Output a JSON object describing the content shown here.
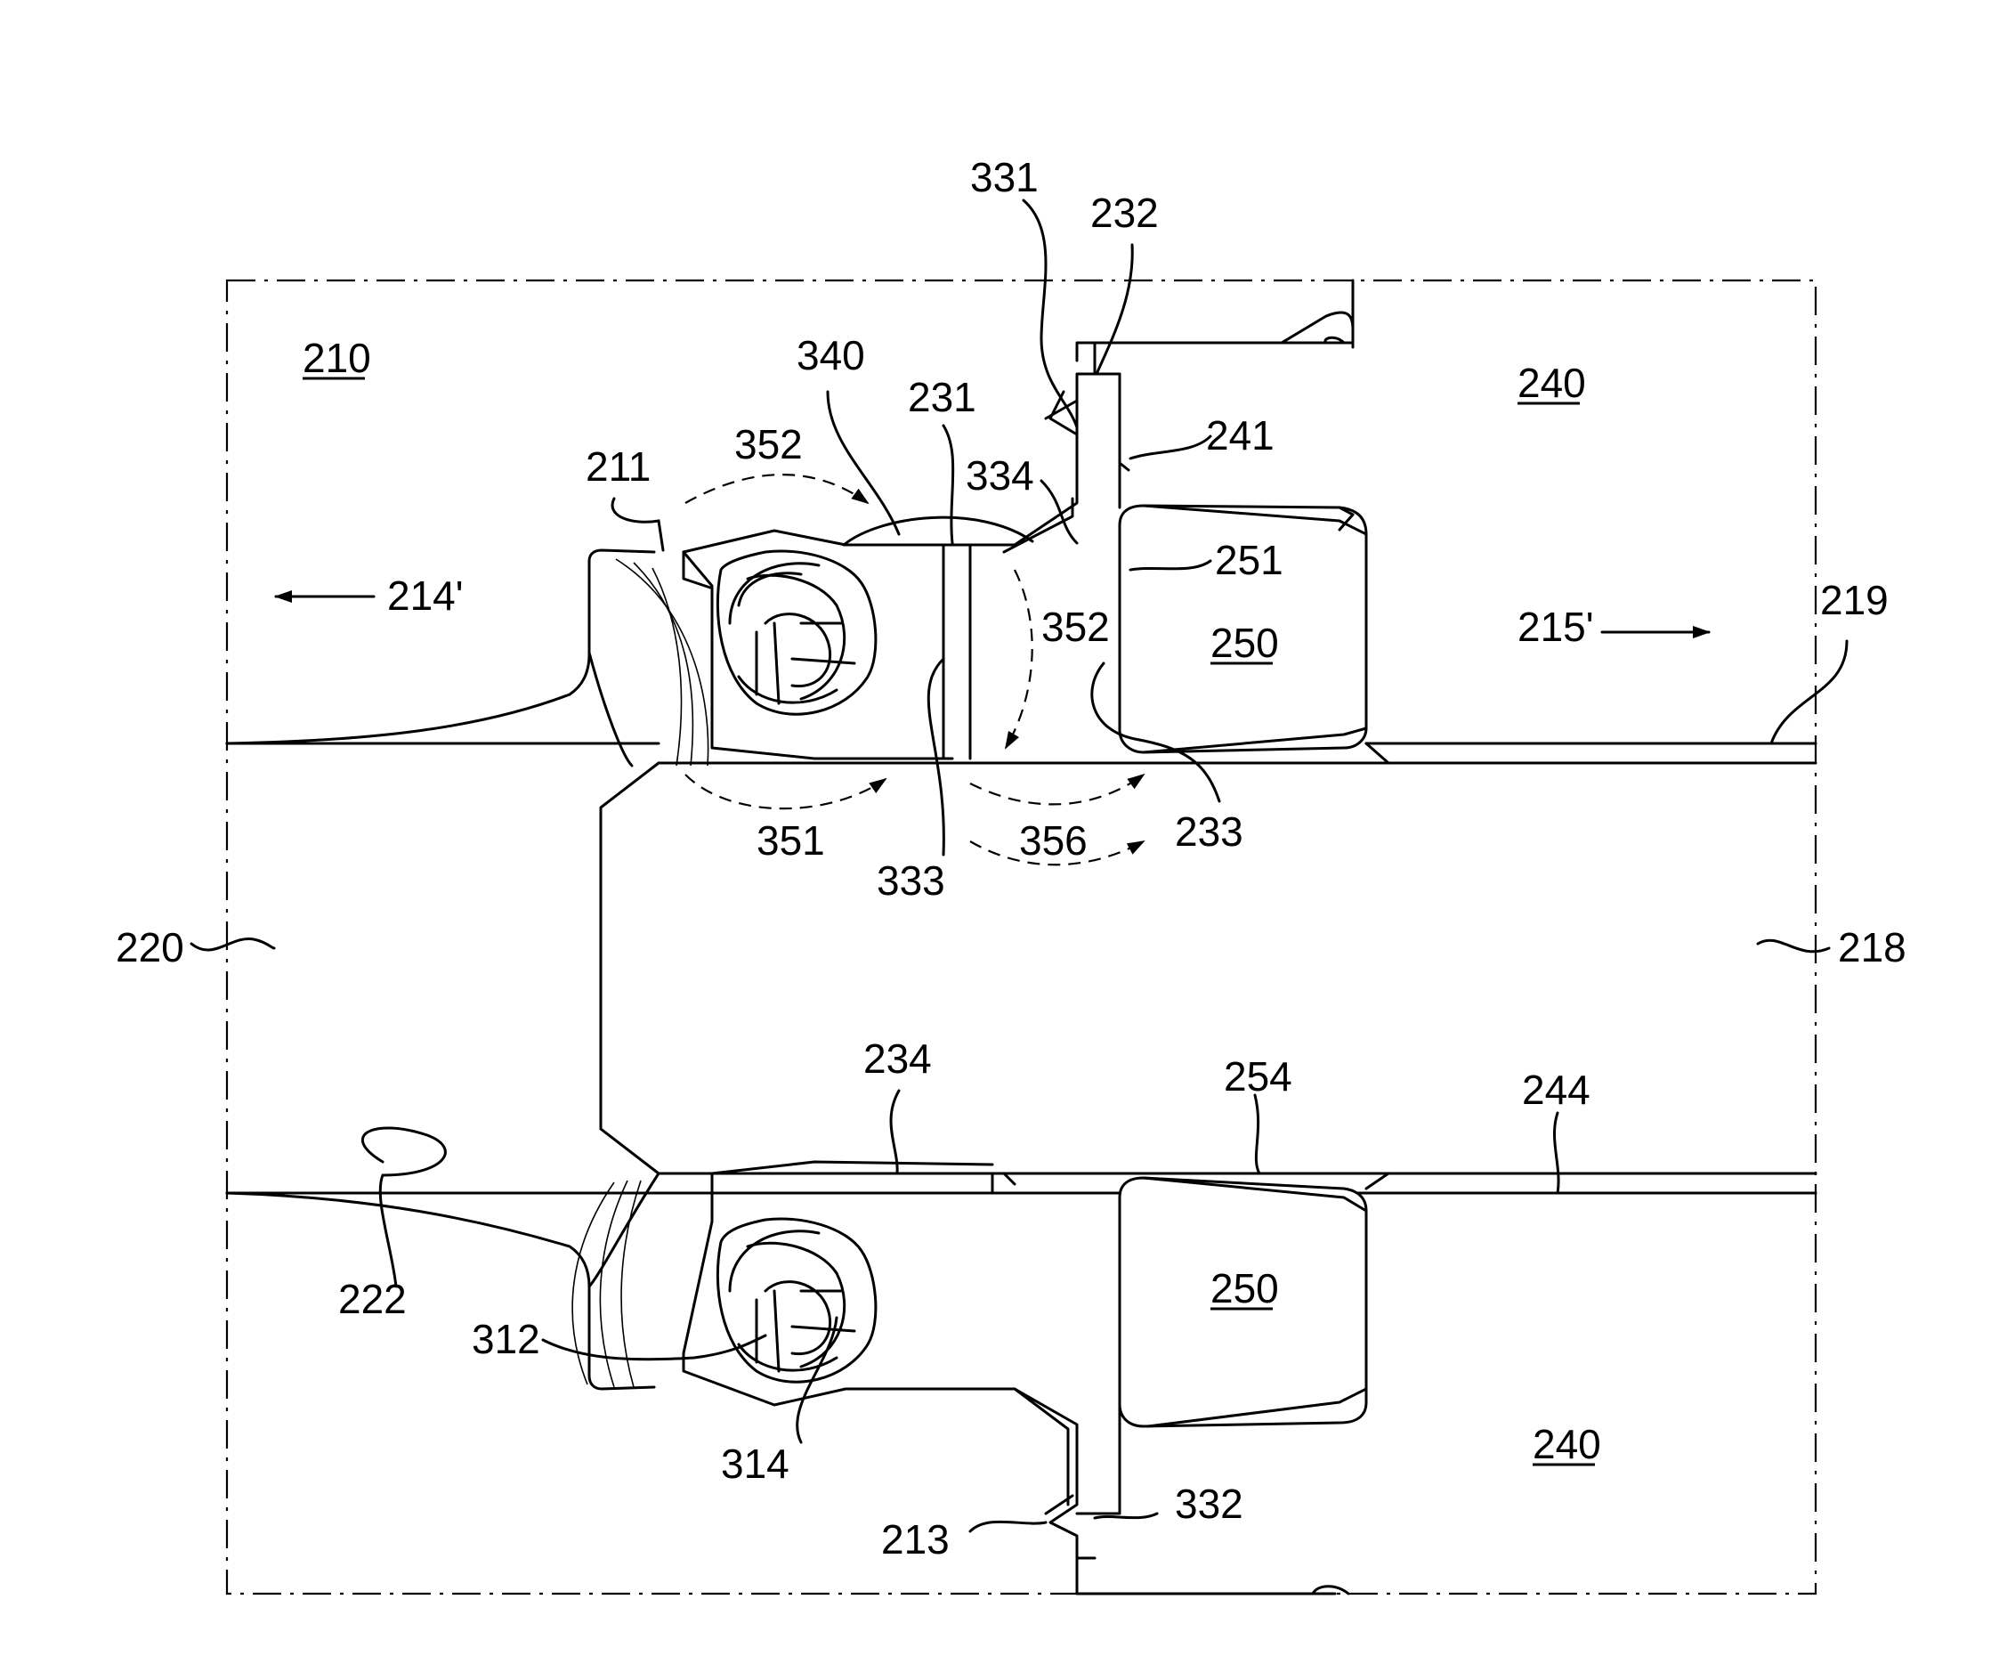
{
  "labels": {
    "l331": "331",
    "l232": "232",
    "l340": "340",
    "l231": "231",
    "l210": "210",
    "l240_top": "240",
    "l352_top": "352",
    "l211": "211",
    "l334": "334",
    "l241": "241",
    "l251": "251",
    "l214p": "214'",
    "l352_mid": "352",
    "l250_top": "250",
    "l215p": "215'",
    "l219": "219",
    "l351": "351",
    "l333": "333",
    "l356": "356",
    "l233": "233",
    "l220": "220",
    "l218": "218",
    "l234": "234",
    "l254": "254",
    "l244": "244",
    "l222": "222",
    "l312": "312",
    "l250_bot": "250",
    "l314": "314",
    "l240_bot": "240",
    "l332": "332",
    "l213": "213"
  }
}
